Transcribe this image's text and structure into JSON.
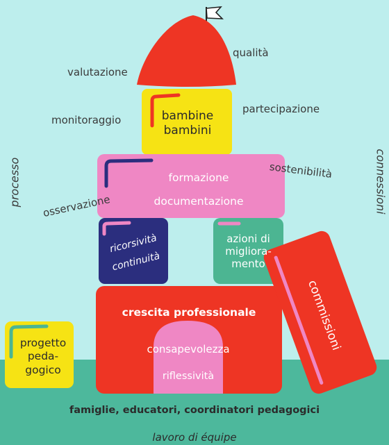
{
  "top_block": {
    "line1": "bambine",
    "line2": "bambini"
  },
  "pink_block": {
    "line1": "formazione",
    "line2": "documentazione"
  },
  "navy_block": {
    "line1": "ricorsività",
    "line2": "continuità"
  },
  "teal_block": {
    "line1": "azioni di",
    "line2": "migliora-",
    "line3": "mento"
  },
  "base_block": {
    "title": "crescita professionale",
    "arch_line1": "consapevolezza",
    "arch_line2": "riflessività"
  },
  "yellow_small": {
    "line1": "progetto",
    "line2": "peda-",
    "line3": "gogico"
  },
  "leaning_block": {
    "label": "commissioni"
  },
  "labels": {
    "qualita": "qualità",
    "valutazione": "valutazione",
    "partecipazione": "partecipazione",
    "monitoraggio": "monitoraggio",
    "sostenibilita": "sostenibilità",
    "osservazione": "osservazione",
    "processo": "processo",
    "connessioni": "connessioni"
  },
  "ground": {
    "line1": "famiglie, educatori, coordinatori pedagogici",
    "line2": "lavoro di équipe"
  },
  "colors": {
    "background": "#bdeeed",
    "ground": "#4db89c",
    "red": "#ee3524",
    "yellow": "#f6e314",
    "pink": "#ef87c4",
    "navy": "#2b2e7e",
    "teal": "#4cb592"
  }
}
